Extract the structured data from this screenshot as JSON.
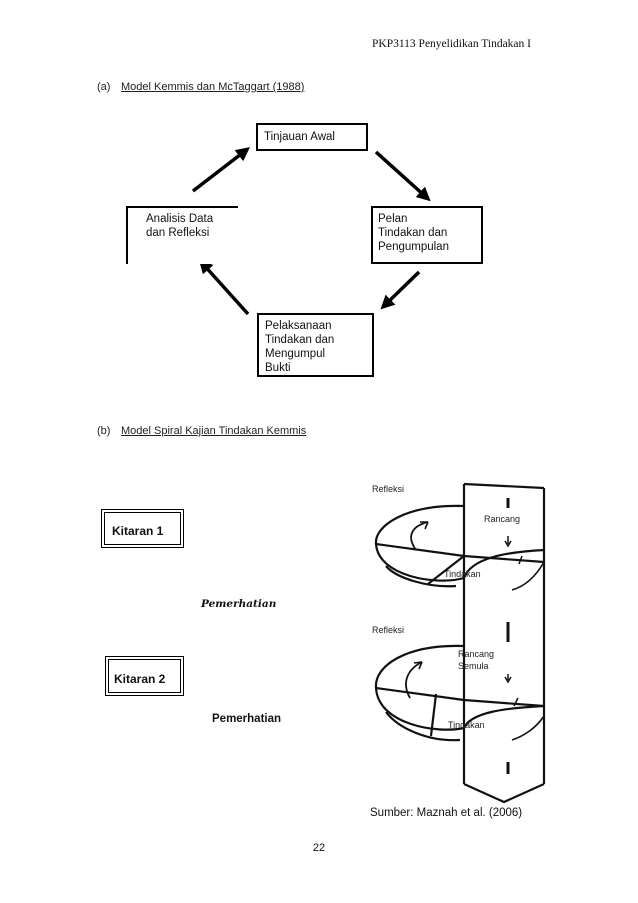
{
  "header": {
    "course": "PKP3113 Penyelidikan Tindakan I"
  },
  "section_a": {
    "letter": "(a)",
    "title": "Model Kemmis dan McTaggart (1988)",
    "boxes": {
      "top": {
        "lines": [
          "Tinjauan Awal"
        ]
      },
      "right": {
        "lines": [
          "Pelan",
          "Tindakan dan",
          "Pengumpulan"
        ]
      },
      "bottom": {
        "lines": [
          "Pelaksanaan",
          "Tindakan dan",
          "Mengumpul",
          "Bukti"
        ]
      },
      "left": {
        "lines": [
          "Analisis  Data",
          "dan Refleksi"
        ]
      }
    }
  },
  "section_b": {
    "letter": "(b)",
    "title": "Model Spiral Kajian Tindakan Kemmis",
    "cycle1": "Kitaran  1",
    "cycle2": "Kitaran 2",
    "observation1": "Pemerhatian",
    "observation2": "Pemerhatian",
    "spiral_labels": {
      "reflect1": "Refleksi",
      "plan1": "Rancang",
      "act1": "Tindakan",
      "reflect2": "Refleksi",
      "plan2_line1": "Rancang",
      "plan2_line2": "Semula",
      "act2": "Tindakan"
    },
    "source": "Sumber: Maznah et al. (2006)"
  },
  "page_number": "22"
}
